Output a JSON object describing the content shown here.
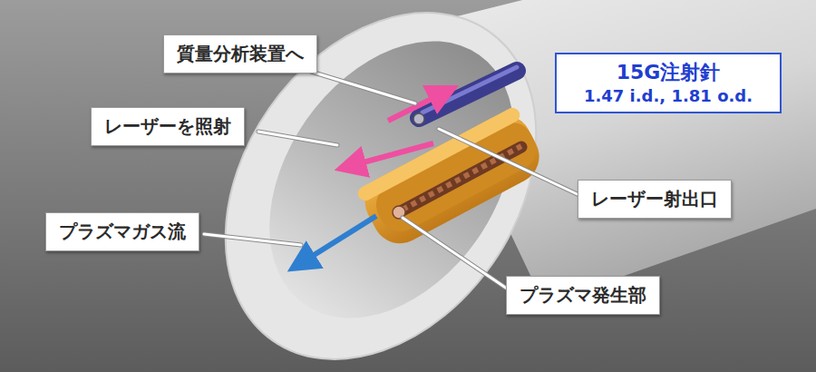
{
  "diagram": {
    "nodes": [
      {
        "text": [
          "質量分析装置へ"
        ]
      },
      {
        "text": [
          "15G注射針",
          "1.47 i.d., 1.81 o.d."
        ]
      },
      {
        "text": [
          "レーザーを照射"
        ]
      },
      {
        "text": [
          "レーザー射出口"
        ]
      },
      {
        "text": [
          "プラズマガス流"
        ]
      },
      {
        "text": [
          "プラズマ発生部"
        ]
      }
    ]
  }
}
